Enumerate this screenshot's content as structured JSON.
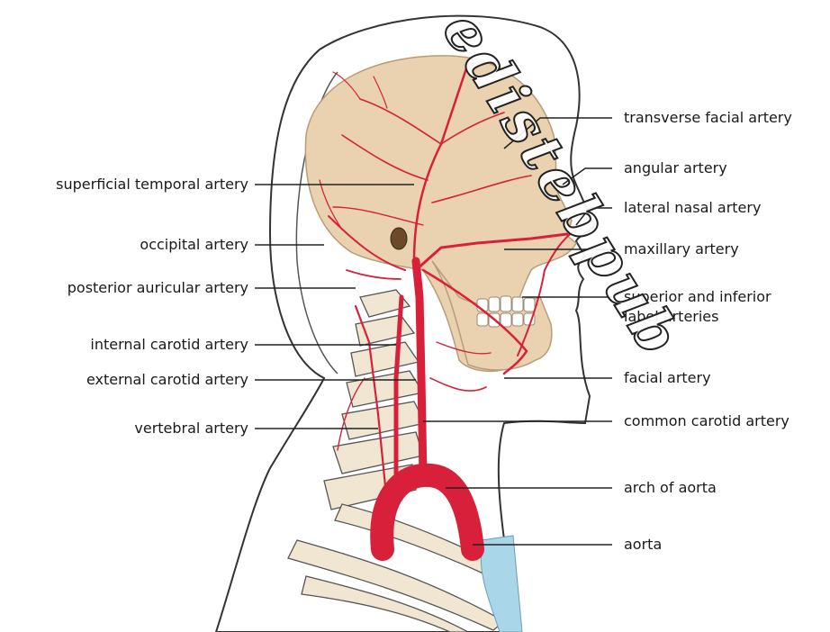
{
  "watermark": "edistebpub",
  "labels_left": {
    "superficial_temporal": "superficial temporal artery",
    "occipital": "occipital artery",
    "posterior_auricular": "posterior auricular artery",
    "internal_carotid": "internal carotid artery",
    "external_carotid": "external carotid artery",
    "vertebral": "vertebral artery"
  },
  "labels_right": {
    "transverse_facial": "transverse facial artery",
    "angular": "angular artery",
    "lateral_nasal": "lateral nasal artery",
    "maxillary": "maxillary artery",
    "labial_line1": "superior and inferior",
    "labial_line2": "label arteries",
    "facial": "facial artery",
    "common_carotid": "common carotid artery",
    "arch_of_aorta": "arch of aorta",
    "aorta": "aorta"
  },
  "colors": {
    "artery": "#d8203a",
    "skull": "#ead2b0",
    "bone": "#f0e6d2",
    "outline": "#333333",
    "trachea": "#a9d6e8"
  }
}
